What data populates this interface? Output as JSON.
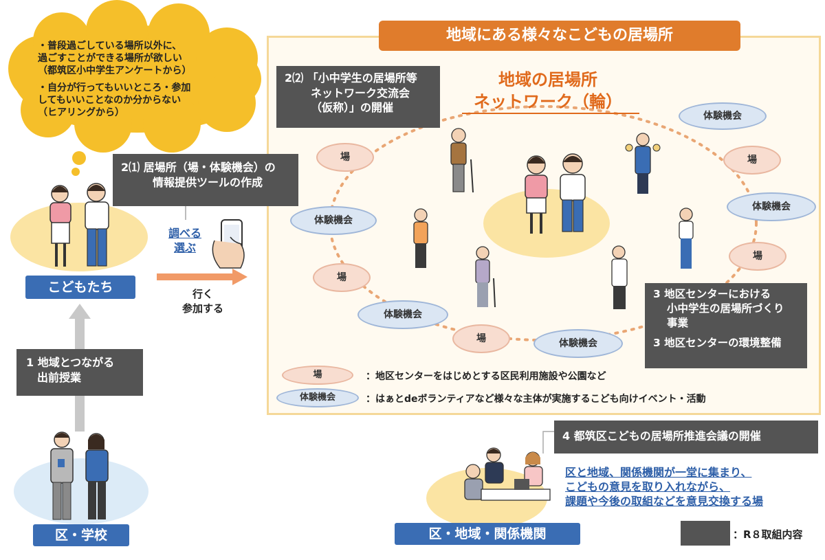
{
  "cloud": {
    "line1": "・普段過ごしている場所以外に、",
    "line2": "過ごすことができる場所が欲しい",
    "line3": "（都筑区小中学生アンケートから）",
    "line4": "・自分が行ってもいいところ・参加",
    "line5": "してもいいことなのか分からない",
    "line6": "（ヒアリングから）"
  },
  "left": {
    "box21_line1": "2⑴ 居場所（場・体験機会）の",
    "box21_line2": "情報提供ツールの作成",
    "children_label": "こどもたち",
    "search_line1": "調べる",
    "search_line2": "選ぶ",
    "go_line1": "行く",
    "go_line2": "参加する",
    "box1_line1": "1 地域とつながる",
    "box1_line2": "出前授業",
    "school_label": "区・学校"
  },
  "main": {
    "header": "地域にある様々なこどもの居場所",
    "box22_line1": "2⑵ 「小中学生の居場所等",
    "box22_line2": "ネットワーク交流会",
    "box22_line3": "（仮称）」の開催",
    "network_line1": "地域の居場所",
    "network_line2": "ネットワーク（輪）",
    "nodes": {
      "ba": "場",
      "taiken": "体験機会"
    },
    "box3_line1": "3 地区センターにおける",
    "box3_line2": "小中学生の居場所づくり",
    "box3_line3": "事業",
    "box3_line4": "3 地区センターの環境整備",
    "legend_ba_label": "場",
    "legend_ba_text": "：地区センターをはじめとする区民利用施設や公園など",
    "legend_taiken_label": "体験機会",
    "legend_taiken_text": "：はぁとdeボランティアなど様々な主体が実施するこども向けイベント・活動"
  },
  "bottom": {
    "box4": "4 都筑区こどもの居場所推進会議の開催",
    "desc_line1": "区と地域、関係機関が一堂に集まり、",
    "desc_line2": "こどもの意見を取り入れながら、",
    "desc_line3": "課題や今後の取組などを意見交換する場",
    "community_label": "区・地域・関係機関",
    "legend_r8": "：R８取組内容"
  },
  "colors": {
    "dark_box": "#545454",
    "blue_label": "#3a6db4",
    "orange_header": "#e07c2c",
    "main_bg": "#fffaf0",
    "main_border": "#f5d898",
    "cloud": "#f5bf2a",
    "ellipse_yellow": "#fbe4a3",
    "ellipse_blue": "#dcebf7",
    "ba_fill": "#f8ddd0",
    "taiken_fill": "#dbe6f3",
    "ring_dots": "#e9a674",
    "network_text": "#e06a1c",
    "arrow_orange": "#f19a67",
    "arrow_gray": "#c8c8c8",
    "link_blue": "#2e5fa8"
  },
  "icons": [
    "smartphone-icon",
    "person-icon"
  ]
}
